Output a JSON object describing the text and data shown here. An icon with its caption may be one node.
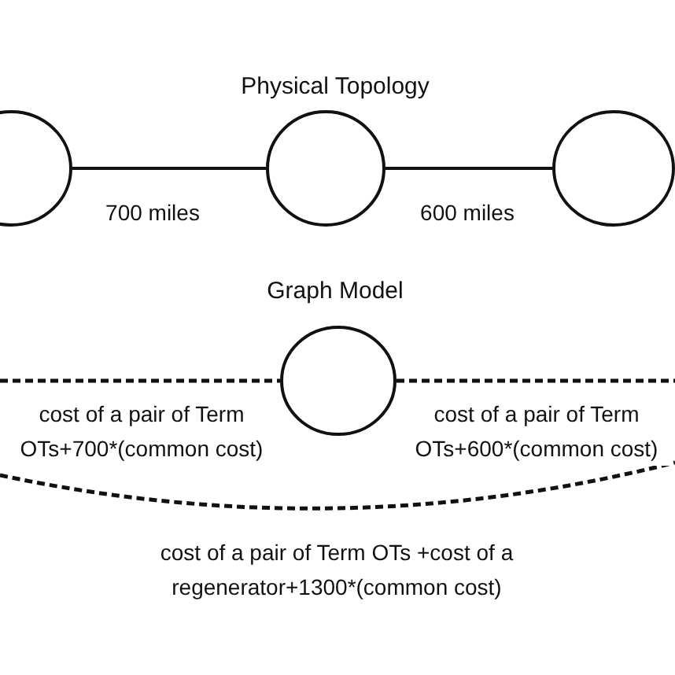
{
  "diagram": {
    "nodes": [
      {
        "text": [],
        "shape": "circle"
      },
      {
        "text": [],
        "shape": "circle"
      },
      {
        "text": [],
        "shape": "circle"
      },
      {
        "text": [],
        "shape": "circle"
      }
    ],
    "edges": [
      {
        "from": 0,
        "to": 1,
        "arrow": "none",
        "label": "700 miles"
      },
      {
        "from": 1,
        "to": 2,
        "arrow": "none",
        "label": "600 miles"
      },
      {
        "from": null,
        "to": 3,
        "arrow": "none",
        "style": "dashed",
        "label": "cost of a pair of Term OTs+700*(common cost)"
      },
      {
        "from": 3,
        "to": null,
        "arrow": "none",
        "style": "dashed",
        "label": "cost of a pair of Term OTs+600*(common cost)"
      }
    ],
    "labels": [
      "Physical Topology",
      "Graph Model",
      "cost of a pair of Term OTs +cost of a regenerator+1300*(common cost)"
    ]
  }
}
